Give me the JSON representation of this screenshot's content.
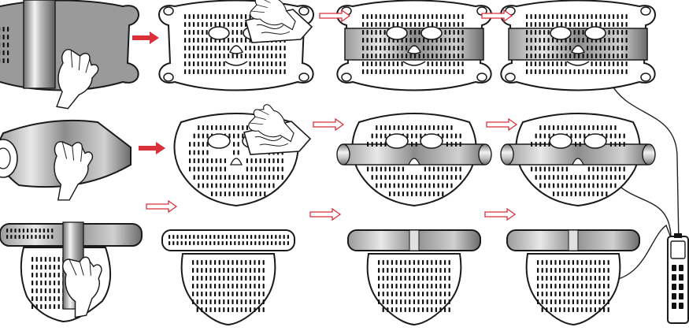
{
  "rows": [
    {
      "id": "face-mask",
      "steps": [
        "peel-film",
        "wipe-inner",
        "wrap-strap",
        "connect-controller"
      ]
    },
    {
      "id": "eye-mask",
      "steps": [
        "peel-film",
        "wipe-inner",
        "wrap-strap",
        "connect-controller"
      ]
    },
    {
      "id": "neck-mask",
      "steps": [
        "peel-film",
        "unfold",
        "wrap-strap",
        "connect-controller"
      ]
    }
  ],
  "colors": {
    "outline": "#1a1a1a",
    "arrow": "#d9303a",
    "metal_dark": "#8a8a8a",
    "metal_light": "#f0f0f0",
    "cable": "#222222"
  },
  "icons": [
    "hand-icon",
    "wet-wipe-icon",
    "controller-icon",
    "cable-icon",
    "step-arrow-icon"
  ]
}
